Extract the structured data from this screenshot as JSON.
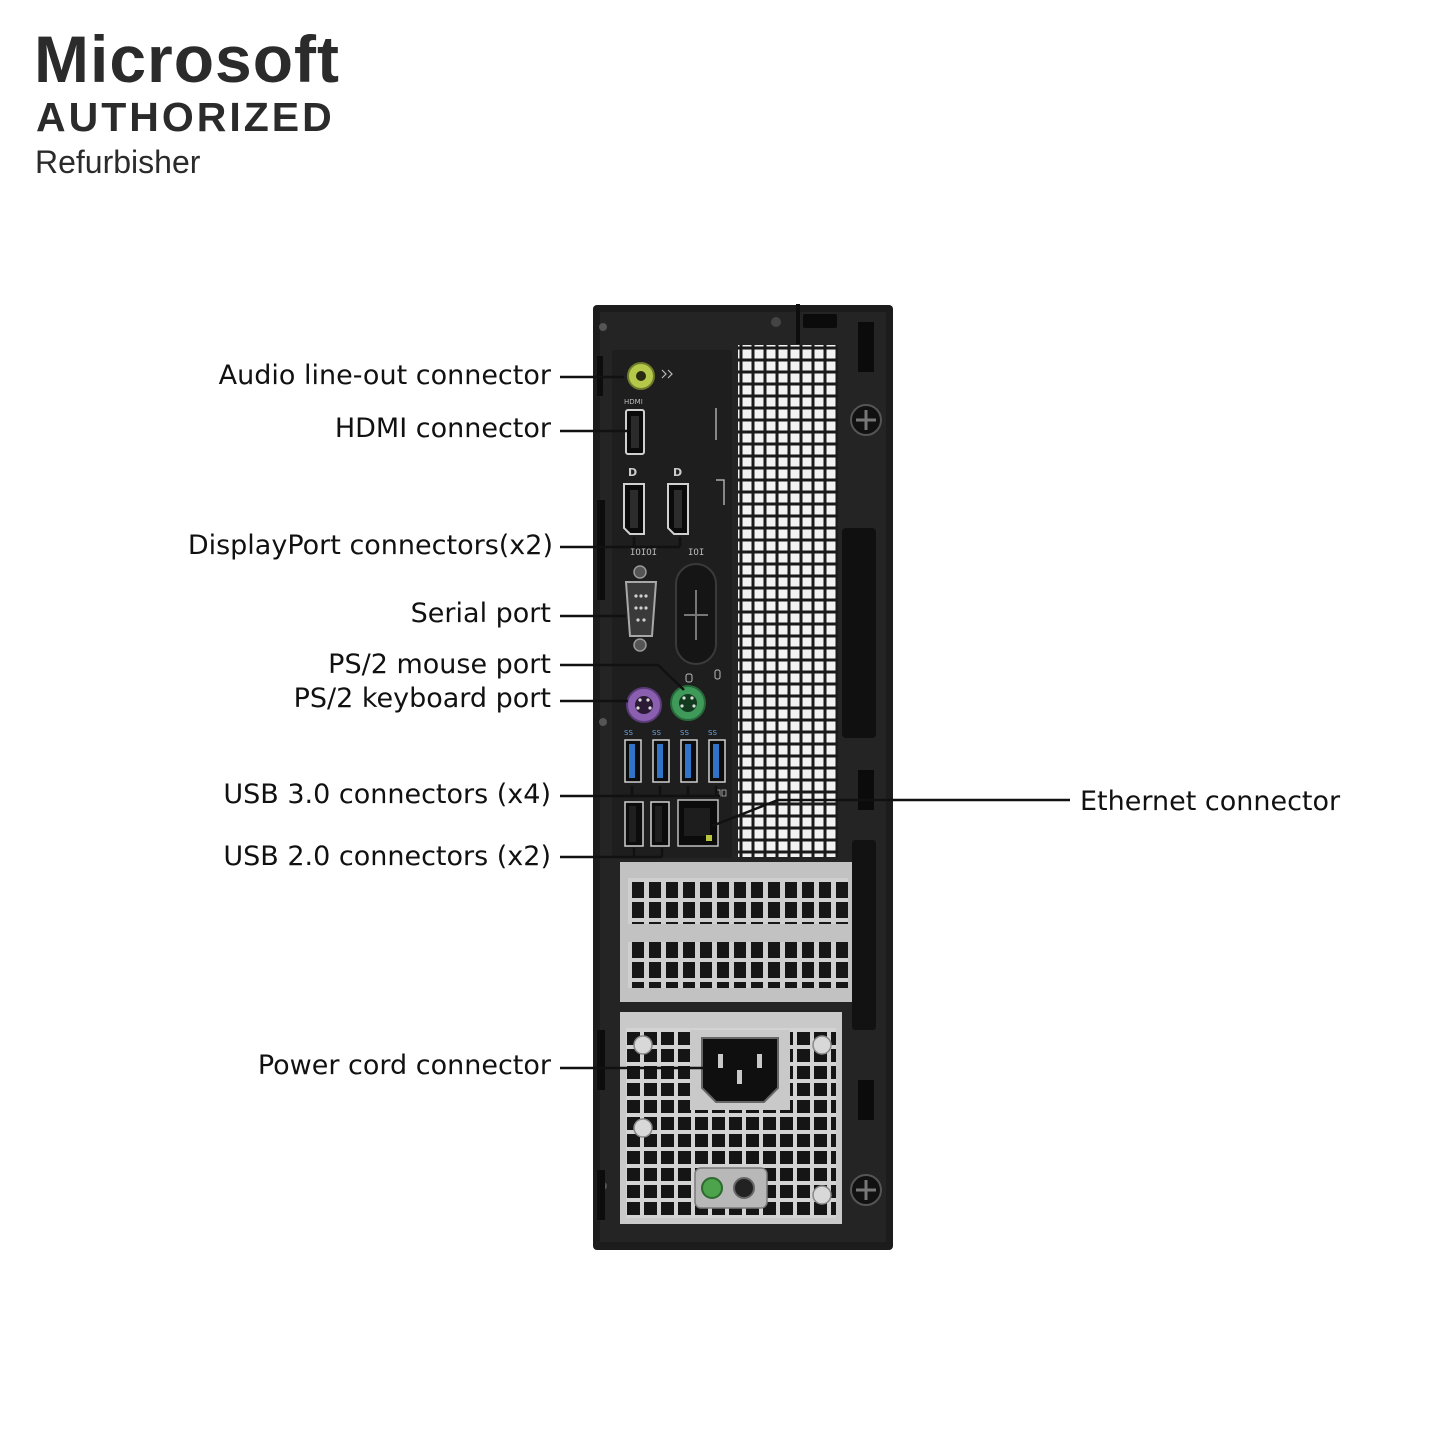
{
  "badge": {
    "brand": "Microsoft",
    "authorized": "AUTHORIZED",
    "role": "Refurbisher"
  },
  "labels": {
    "audio": "Audio line-out connector",
    "hdmi": "HDMI connector",
    "displayport": "DisplayPort connectors(x2)",
    "serial": "Serial port",
    "ps2_mouse": "PS/2 mouse port",
    "ps2_keyboard": "PS/2 keyboard port",
    "usb3": "USB 3.0 connectors (x4)",
    "usb2": "USB 2.0 connectors (x2)",
    "ethernet": "Ethernet connector",
    "power": "Power cord connector"
  },
  "port_marks": {
    "hdmi": "HDMI",
    "usb_ss": "SS"
  },
  "colors": {
    "chassis": "#1c1c1c",
    "audio_jack": "#b5c84a",
    "ps2_mouse": "#3f9a5a",
    "ps2_keyboard": "#8a5fb0",
    "usb3": "#2f74c8",
    "psu": "#c9c9c9"
  }
}
